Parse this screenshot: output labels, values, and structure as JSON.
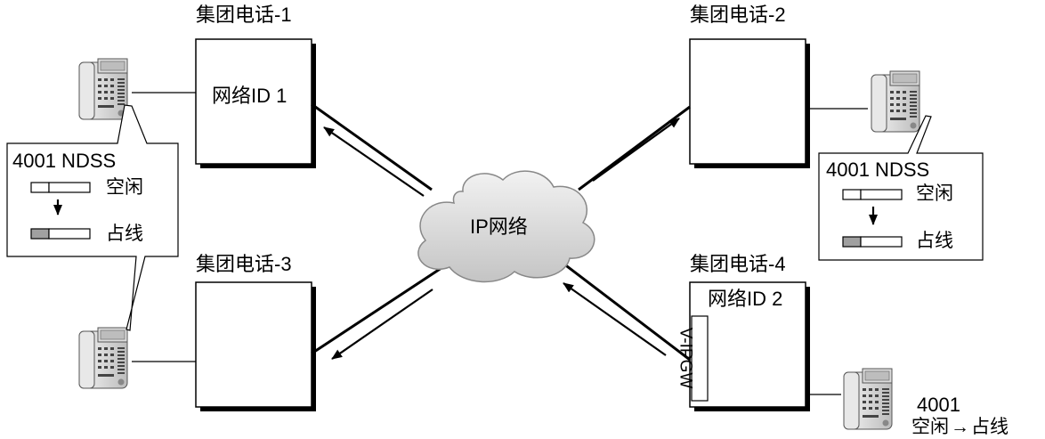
{
  "pbx": {
    "pbx1": {
      "title": "集团电话-1",
      "network_id": "网络ID 1"
    },
    "pbx2": {
      "title": "集团电话-2"
    },
    "pbx3": {
      "title": "集团电话-3"
    },
    "pbx4": {
      "title": "集团电话-4",
      "network_id": "网络ID 2",
      "gateway": "V-IPGW"
    }
  },
  "network": {
    "label": "IP网络"
  },
  "callout_left": {
    "title": "4001 NDSS",
    "idle": "空闲",
    "busy": "占线"
  },
  "callout_right": {
    "title": "4001 NDSS",
    "idle": "空闲",
    "busy": "占线"
  },
  "extension": {
    "number": "4001",
    "state_from": "空闲",
    "arrow": "→",
    "state_to": "占线"
  },
  "icons": [
    "telephone-icon",
    "cloud-icon",
    "arrow-icon"
  ],
  "colors": {
    "line": "#000000",
    "shadow": "#000000",
    "cloud": "#d9d9d9",
    "led_busy": "#a0a0a0"
  }
}
